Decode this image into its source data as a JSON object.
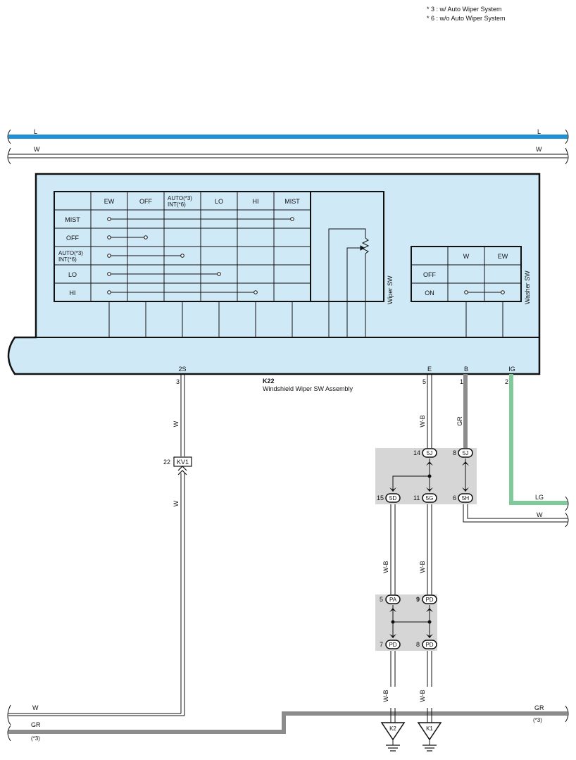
{
  "notes": [
    "* 3 : w/ Auto Wiper System",
    "* 6 : w/o Auto Wiper System"
  ],
  "colors": {
    "wire_L": "#1e90d6",
    "wire_GR": "#8c8c8c",
    "wire_LG": "#7fc99a",
    "component_fill": "#cfe9f7",
    "junction_fill": "#d6d6d6",
    "line": "#111111"
  },
  "top_wires": {
    "L": "L",
    "W": "W"
  },
  "bottom_wires": {
    "W": "W",
    "GR": "GR",
    "GR_right": "GR",
    "note_left": "(*3)",
    "note_right": "(*3)"
  },
  "component": {
    "id": "K22",
    "name": "Windshield Wiper SW Assembly",
    "wiper_sw_label": "Wiper SW",
    "washer_sw_label": "Washer SW",
    "terminals": [
      {
        "name": "2S",
        "pin": "3"
      },
      {
        "name": "E",
        "pin": "5"
      },
      {
        "name": "B",
        "pin": "1"
      },
      {
        "name": "IG",
        "pin": "2"
      }
    ]
  },
  "wiper_table": {
    "columns": [
      "EW",
      "OFF",
      "AUTO(*3)\nINT(*6)",
      "LO",
      "HI",
      "MIST"
    ],
    "rows": [
      "MIST",
      "OFF",
      "AUTO(*3)\nINT(*6)",
      "LO",
      "HI"
    ],
    "continuity": [
      [
        0,
        5
      ],
      [
        0,
        1
      ],
      [
        0,
        2
      ],
      [
        0,
        3
      ],
      [
        0,
        4
      ]
    ]
  },
  "washer_table": {
    "columns": [
      "W",
      "EW"
    ],
    "rows": [
      "OFF",
      "ON"
    ],
    "continuity": [
      null,
      [
        0,
        1
      ]
    ]
  },
  "wire_labels": {
    "w_left_upper": "W",
    "w_left_lower": "W",
    "wb_e": "W-B",
    "gr_b": "GR",
    "lg_ig": "LG",
    "w_5h": "W",
    "wb_5d": "W-B",
    "wb_5g": "W-B",
    "wb_pd7": "W-B",
    "wb_pd8": "W-B"
  },
  "connector_kv1": {
    "id": "KV1",
    "pin": "22"
  },
  "junction_upper": {
    "connectors": [
      {
        "id": "5J",
        "pin": "14"
      },
      {
        "id": "5J",
        "pin": "8"
      },
      {
        "id": "5D",
        "pin": "15"
      },
      {
        "id": "5G",
        "pin": "11"
      },
      {
        "id": "5H",
        "pin": "6"
      }
    ]
  },
  "junction_lower": {
    "connectors": [
      {
        "id": "PA",
        "pin": "5"
      },
      {
        "id": "PD",
        "pin": "9"
      },
      {
        "id": "PD",
        "pin": "7"
      },
      {
        "id": "PD",
        "pin": "8"
      }
    ]
  },
  "grounds": [
    "K2",
    "K1"
  ]
}
